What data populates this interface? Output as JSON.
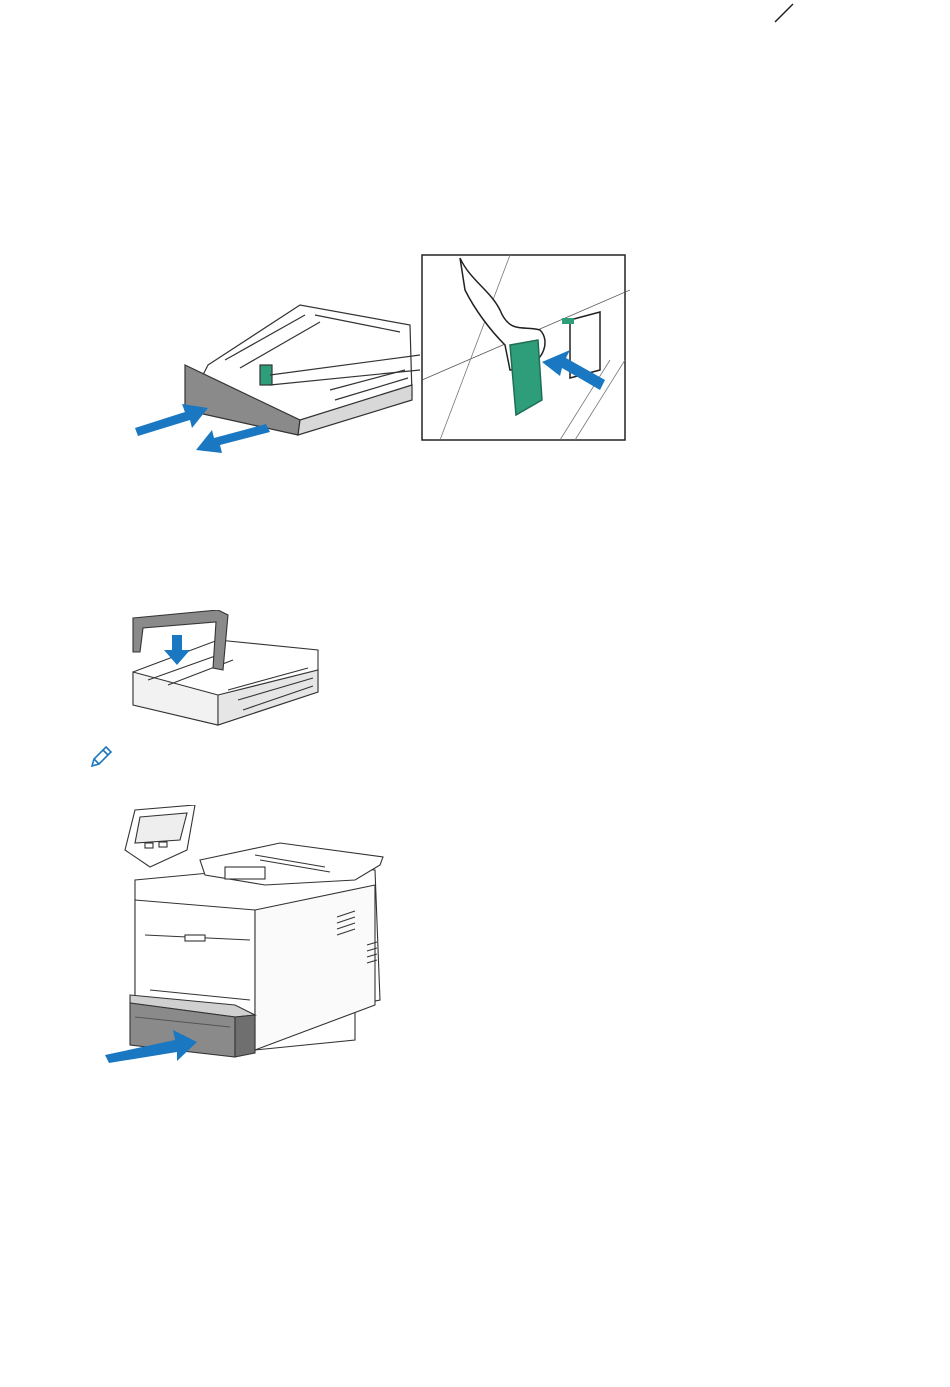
{
  "page": {
    "corner_mark_icon": "corner-crop-mark",
    "figures": [
      {
        "id": "tray-length-guide",
        "description_icon": "paper-tray-extend-icon"
      },
      {
        "id": "tray-cover",
        "description_icon": "paper-tray-cover-icon"
      },
      {
        "id": "printer-insert-tray",
        "description_icon": "printer-tray-insert-icon"
      }
    ],
    "note_icon": "pencil-note-icon"
  },
  "colors": {
    "arrow_blue": "#1a78c2",
    "guide_green": "#2e9e7a",
    "tray_gray": "#8a8a8a",
    "line": "#333333"
  }
}
